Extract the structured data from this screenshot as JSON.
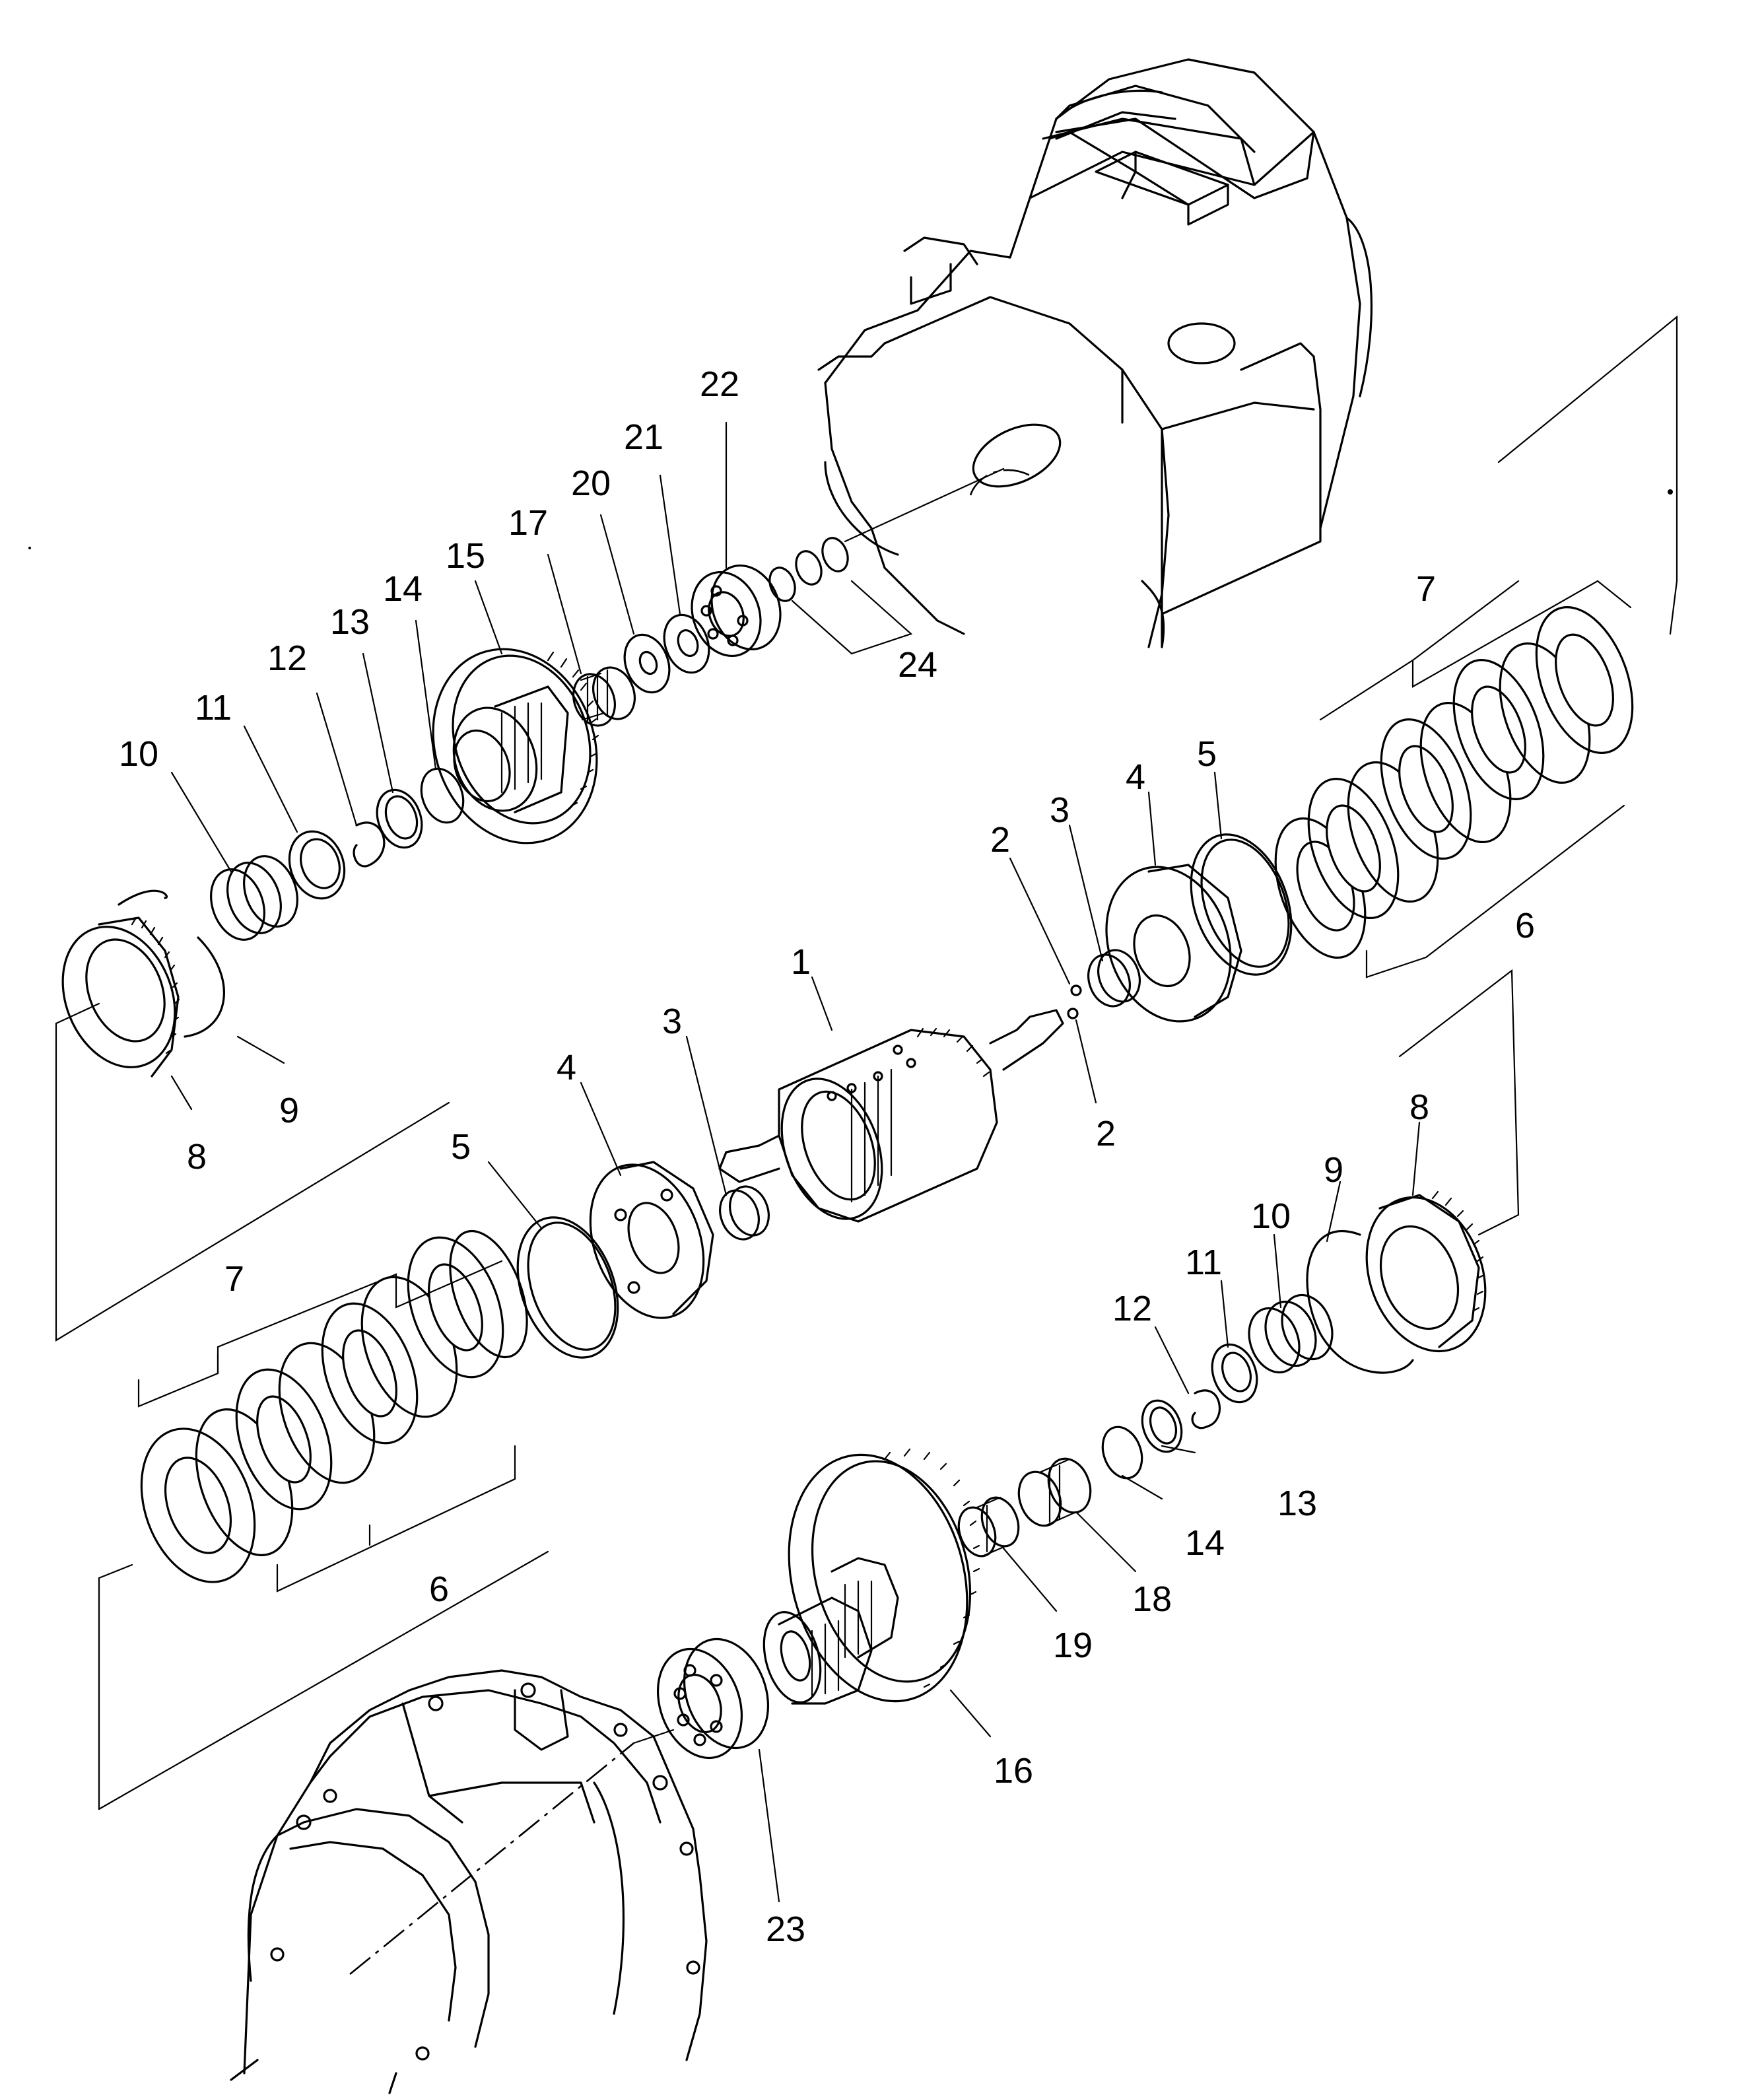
{
  "diagram": {
    "callouts": {
      "c1": "1",
      "c2a": "2",
      "c2b": "2",
      "c3a": "3",
      "c3b": "3",
      "c4a": "4",
      "c4b": "4",
      "c5a": "5",
      "c5b": "5",
      "c6a": "6",
      "c6b": "6",
      "c7a": "7",
      "c7b": "7",
      "c8a": "8",
      "c8b": "8",
      "c9a": "9",
      "c9b": "9",
      "c10a": "10",
      "c10b": "10",
      "c11a": "11",
      "c11b": "11",
      "c12a": "12",
      "c12b": "12",
      "c13a": "13",
      "c13b": "13",
      "c14a": "14",
      "c14b": "14",
      "c15": "15",
      "c16": "16",
      "c17": "17",
      "c18": "18",
      "c19": "19",
      "c20": "20",
      "c21": "21",
      "c22": "22",
      "c23": "23",
      "c24": "24"
    }
  }
}
